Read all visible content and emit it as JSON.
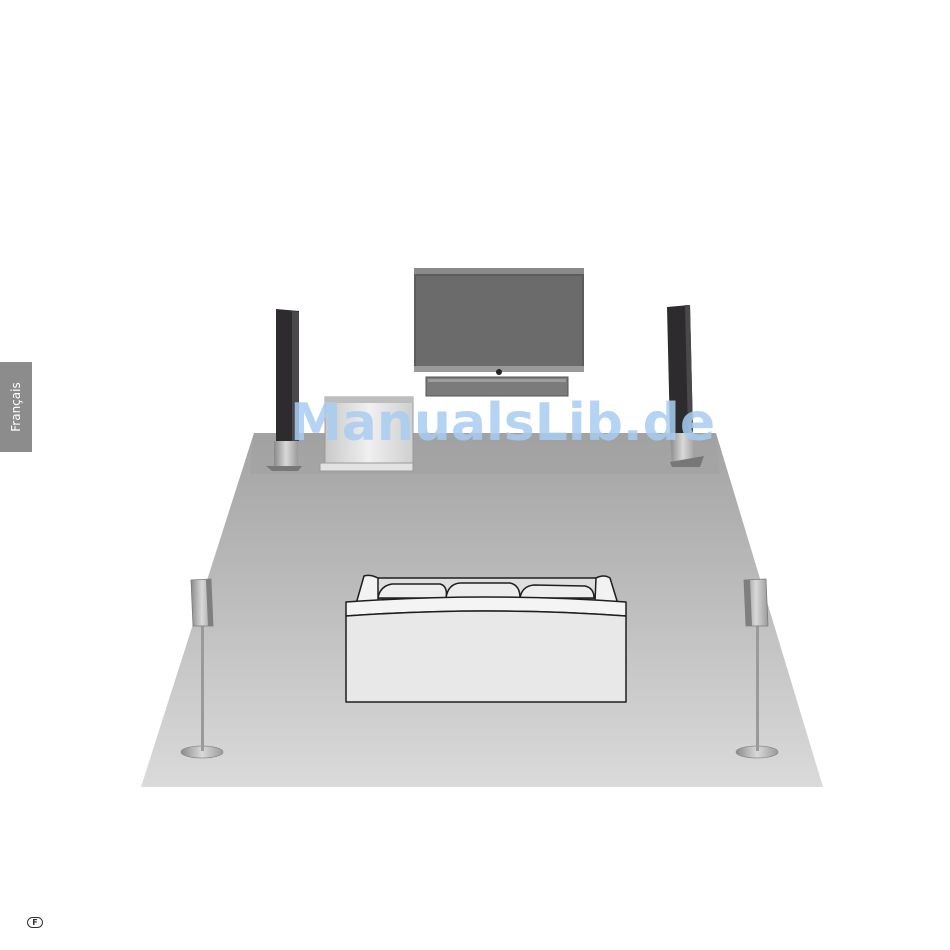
{
  "sidebar": {
    "language_tab": "Français"
  },
  "watermark": {
    "text": "ManualsLib.de"
  },
  "footer": {
    "page_marker": "F"
  },
  "colors": {
    "floor_top": "#a7a7a7",
    "floor_bottom": "#d8d8d8",
    "tv_screen": "#6b6b6b",
    "speaker_front": "#2d2b2e",
    "sofa": "#e8e8e8",
    "tab": "#8c8c8c",
    "watermark": "#a9cdf2"
  }
}
